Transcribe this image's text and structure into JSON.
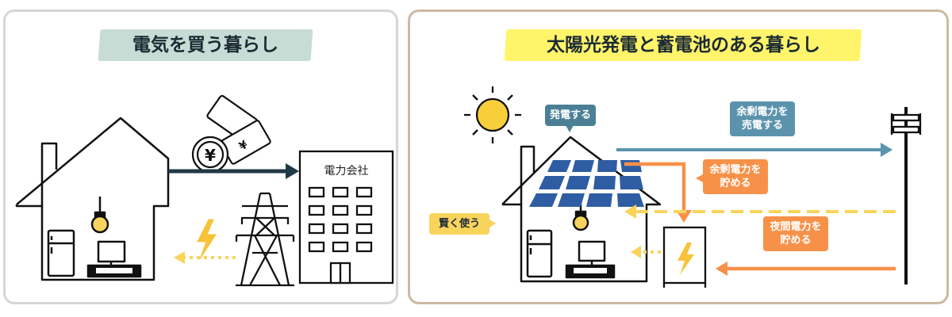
{
  "left": {
    "title": "電気を買う暮らし",
    "company_label": "電力会社",
    "yen_symbol": "¥"
  },
  "right": {
    "title": "太陽光発電と蓄電池のある暮らし",
    "labels": {
      "generate": "発電する",
      "sell_line1": "余剰電力を",
      "sell_line2": "売電する",
      "store_line1": "余剰電力を",
      "store_line2": "貯める",
      "buy_wisely": "賢く使う",
      "night_line1": "夜間電力を",
      "night_line2": "貯める"
    }
  },
  "colors": {
    "left_title_bg": "#c7dcd4",
    "right_title_bg": "#fff46a",
    "dark_navy_arrow": "#1f3a45",
    "yellow_dashed": "#f8d45c",
    "blue_arrow": "#5b93ad",
    "orange_arrow": "#f79149",
    "solar_panel": "#2f5da3",
    "generate_label_bg": "#4b7f96",
    "buy_label_bg": "#f8d45c",
    "sun": "#f8cf3a"
  }
}
